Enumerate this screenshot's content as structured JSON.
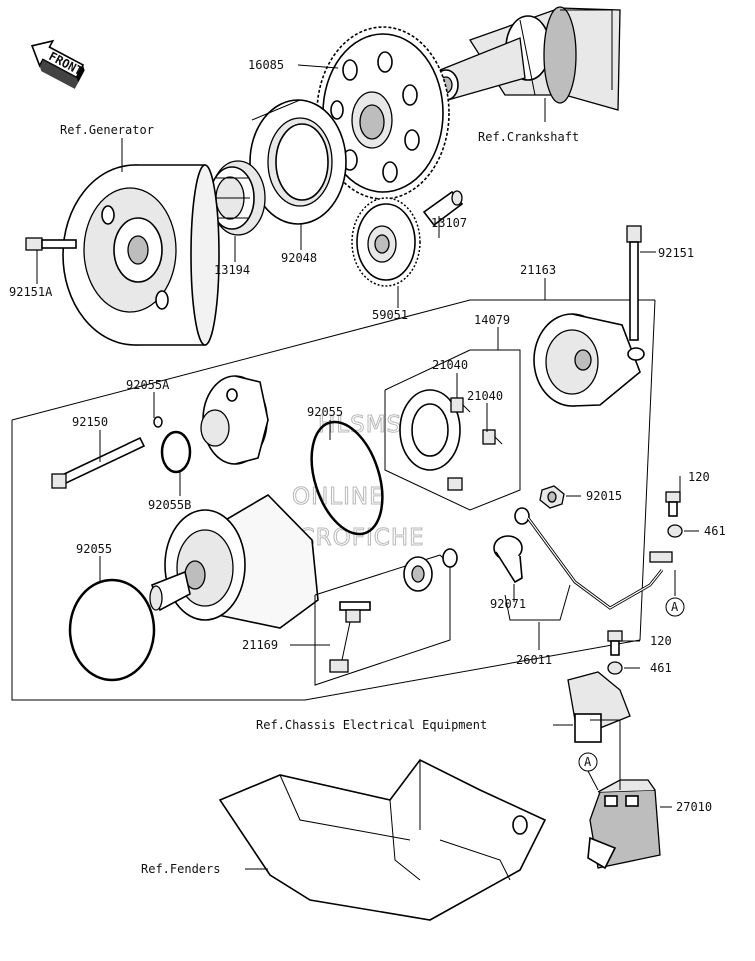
{
  "front_badge": "FRONT",
  "watermark": [
    "HLSMS",
    "ONLINE",
    "MICROFICHE"
  ],
  "parts": [
    {
      "num": "16085"
    },
    {
      "num": "Ref.Generator"
    },
    {
      "num": "Ref.Crankshaft"
    },
    {
      "num": "92151A"
    },
    {
      "num": "13194"
    },
    {
      "num": "92048"
    },
    {
      "num": "13107"
    },
    {
      "num": "59051"
    },
    {
      "num": "21163"
    },
    {
      "num": "92151"
    },
    {
      "num": "14079"
    },
    {
      "num": "21040"
    },
    {
      "num": "21040"
    },
    {
      "num": "92055A"
    },
    {
      "num": "92150"
    },
    {
      "num": "92055"
    },
    {
      "num": "92055B"
    },
    {
      "num": "92015"
    },
    {
      "num": "120"
    },
    {
      "num": "461"
    },
    {
      "num": "92055"
    },
    {
      "num": "92071"
    },
    {
      "num": "21169"
    },
    {
      "num": "26011"
    },
    {
      "num": "120"
    },
    {
      "num": "461"
    },
    {
      "num": "Ref.Chassis Electrical Equipment"
    },
    {
      "num": "27010"
    },
    {
      "num": "Ref.Fenders"
    }
  ],
  "callouts": [
    "A",
    "A"
  ]
}
